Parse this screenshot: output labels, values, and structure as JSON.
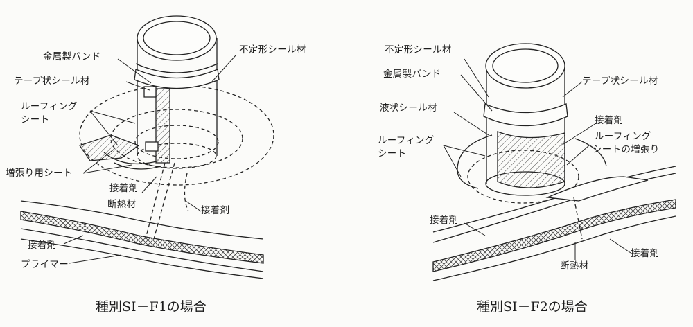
{
  "left": {
    "caption": "種別SI－F1の場合",
    "labels": {
      "metal_band": "金属製バンド",
      "amorphous_seal": "不定形シール材",
      "tape_seal": "テープ状シール材",
      "roofing_sheet_l1": "ルーフィング",
      "roofing_sheet_l2": "シート",
      "reinforcement_sheet": "増張り用シート",
      "adhesive_1": "接着剤",
      "insulation": "断熱材",
      "adhesive_2": "接着剤",
      "adhesive_3": "接着剤",
      "primer": "プライマー"
    }
  },
  "right": {
    "caption": "種別SI－F2の場合",
    "labels": {
      "amorphous_seal": "不定形シール材",
      "metal_band": "金属製バンド",
      "tape_seal": "テープ状シール材",
      "liquid_seal": "液状シール材",
      "adhesive_1": "接着剤",
      "roofing_reinforce_l1": "ルーフィング",
      "roofing_reinforce_l2": "シートの増張り",
      "roofing_sheet_l1": "ルーフィング",
      "roofing_sheet_l2": "シート",
      "adhesive_2": "接着剤",
      "adhesive_3": "接着剤",
      "insulation": "断熱材"
    }
  }
}
